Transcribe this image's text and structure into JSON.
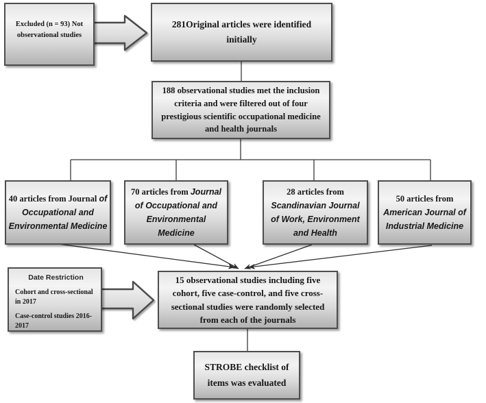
{
  "figure": {
    "excluded_box": {
      "text": "Excluded (n = 93) Not observational studies"
    },
    "identified_box": {
      "text": "281Original articles were identified initially"
    },
    "filtered_box": {
      "text": "188 observational studies met the inclusion criteria and were filtered out of four prestigious scientific occupational medicine and health journals"
    },
    "journal_boxes": [
      {
        "prefix": "40 articles from Journal ",
        "journal": "of Occupational and Environmental Medicine"
      },
      {
        "prefix": "70 articles from ",
        "journal": "Journal of Occupational and Environmental Medicine"
      },
      {
        "prefix": "28 articles from ",
        "journal": "Scandinavian Journal of Work, Environment and Health"
      },
      {
        "prefix": "50 articles from ",
        "journal": "American Journal of Industrial Medicine"
      }
    ],
    "date_restriction_box": {
      "title": "Date Restriction",
      "line1": "Cohort and  cross-sectional in 2017",
      "line2": "Case-control studies 2016-2017"
    },
    "selected_box": {
      "text": "15 observational studies including five cohort, five case-control, and five cross-sectional studies were randomly selected from each of the journals"
    },
    "strobe_box": {
      "text": "STROBE checklist of items was evaluated"
    }
  },
  "colors": {
    "background": "#ffffff",
    "box_border": "#4d4d4d",
    "box_fill_top": "#f4f4f4",
    "box_fill_bottom": "#b2b2b2",
    "connector_line": "#383838",
    "arrowhead": "#2b2b2b",
    "text": "#161616"
  }
}
